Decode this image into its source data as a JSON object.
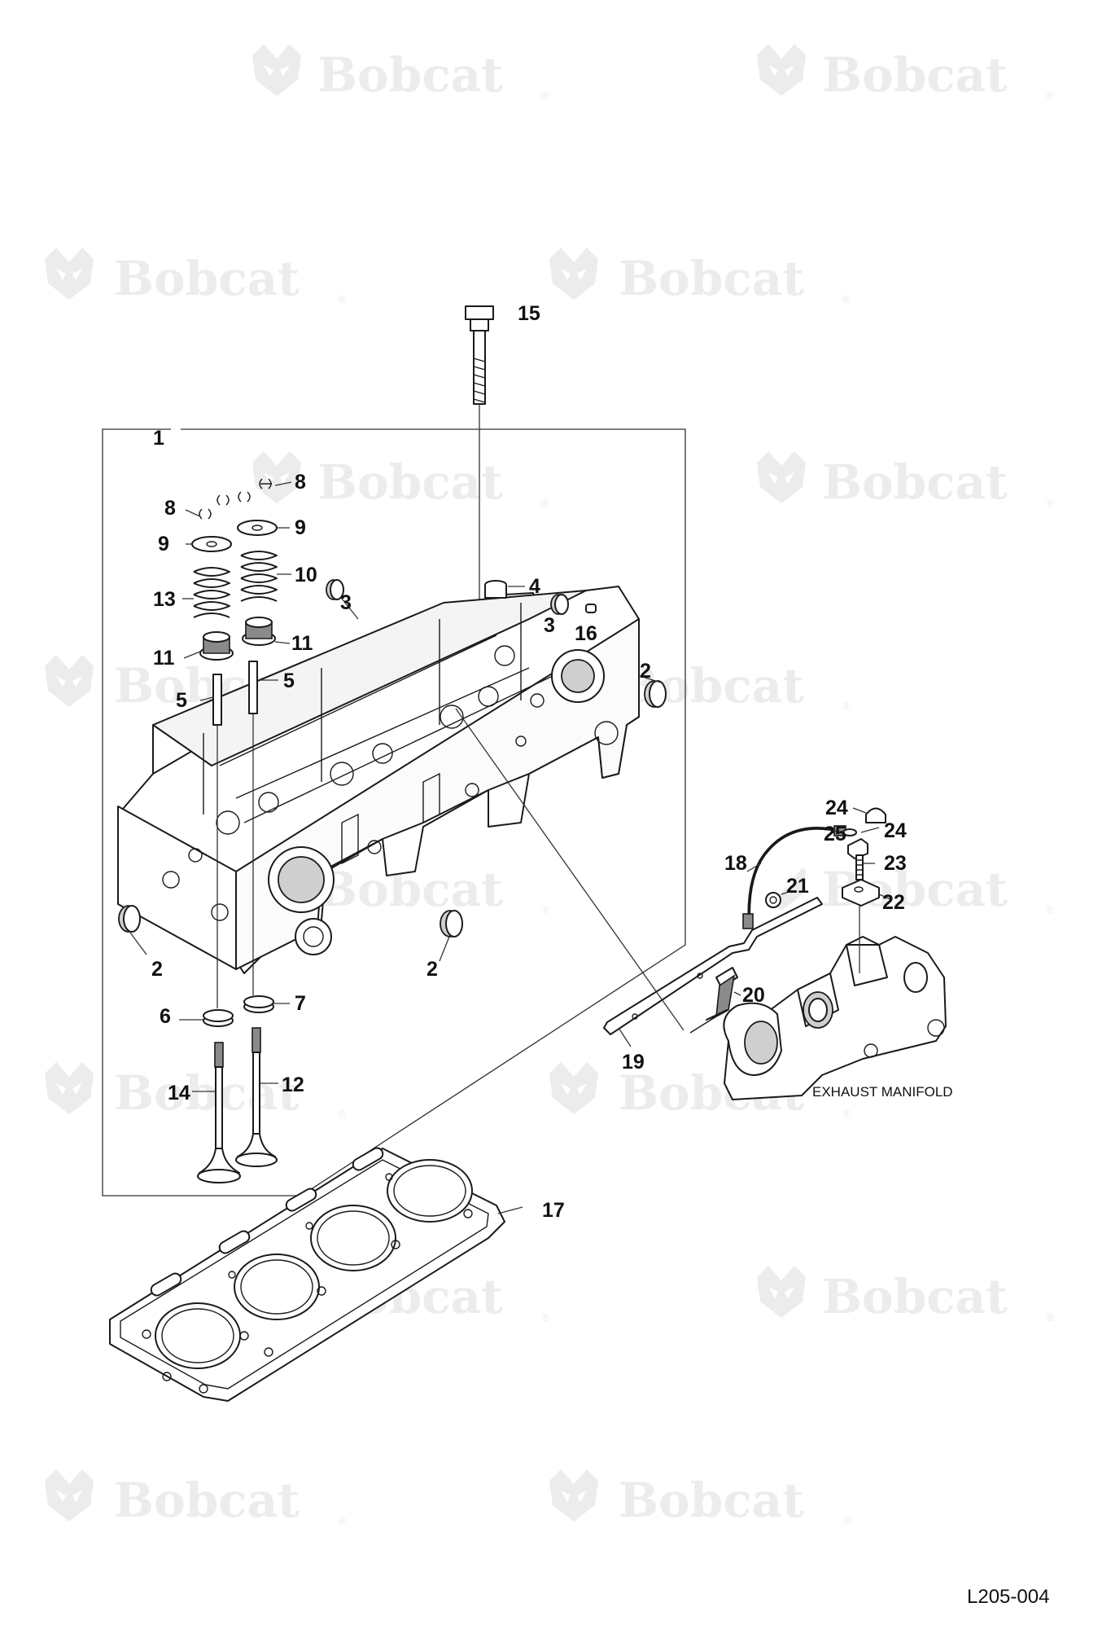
{
  "watermark": {
    "brand": "Bobcat",
    "registered": "®",
    "icon": "bobcat-head-logo"
  },
  "figure_ref": "L205-004",
  "manifold_label": "EXHAUST MANIFOLD",
  "callouts": {
    "c1": "1",
    "c2a": "2",
    "c2b": "2",
    "c2c": "2",
    "c3a": "3",
    "c3b": "3",
    "c4": "4",
    "c5a": "5",
    "c5b": "5",
    "c6": "6",
    "c7": "7",
    "c8a": "8",
    "c8b": "8",
    "c9a": "9",
    "c9b": "9",
    "c10": "10",
    "c11a": "11",
    "c11b": "11",
    "c12": "12",
    "c13": "13",
    "c14": "14",
    "c15": "15",
    "c16": "16",
    "c17": "17",
    "c18": "18",
    "c19": "19",
    "c20": "20",
    "c21": "21",
    "c22": "22",
    "c23": "23",
    "c24a": "24",
    "c24b": "24",
    "c25": "25"
  }
}
